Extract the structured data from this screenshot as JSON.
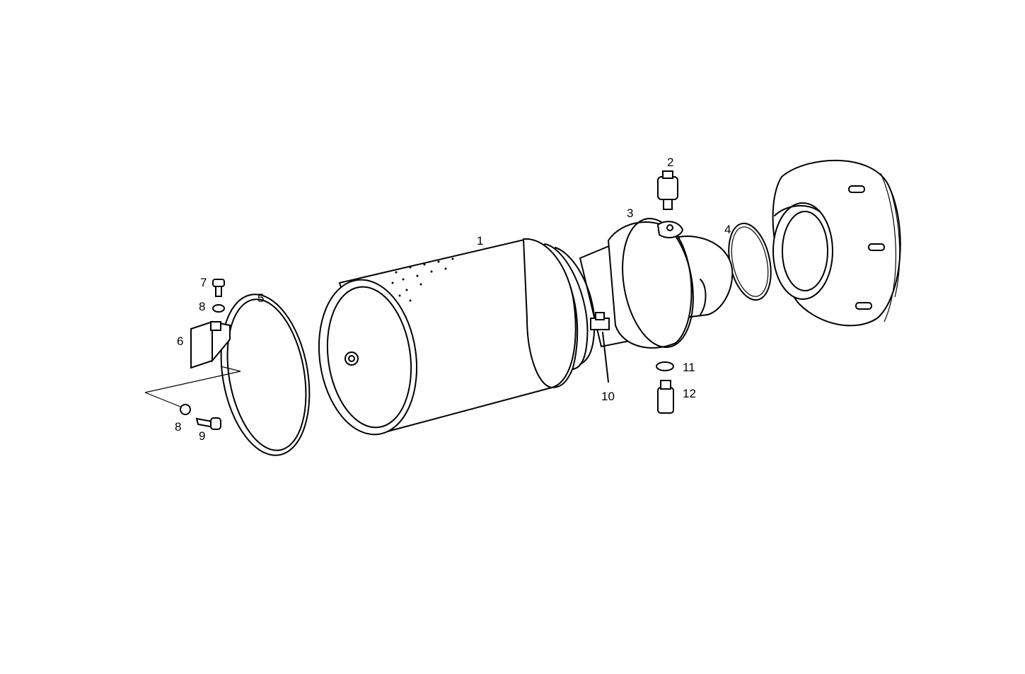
{
  "diagram": {
    "type": "exploded parts diagram",
    "callouts": [
      {
        "id": "1",
        "label": "1"
      },
      {
        "id": "2",
        "label": "2"
      },
      {
        "id": "3",
        "label": "3"
      },
      {
        "id": "4",
        "label": "4"
      },
      {
        "id": "5",
        "label": "5"
      },
      {
        "id": "6",
        "label": "6"
      },
      {
        "id": "7",
        "label": "7"
      },
      {
        "id": "8a",
        "label": "8"
      },
      {
        "id": "8b",
        "label": "8"
      },
      {
        "id": "9",
        "label": "9"
      },
      {
        "id": "10",
        "label": "10"
      },
      {
        "id": "11",
        "label": "11"
      },
      {
        "id": "12",
        "label": "12"
      }
    ]
  }
}
